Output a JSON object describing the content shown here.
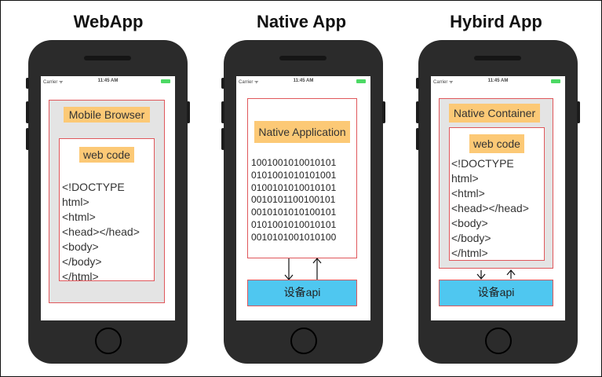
{
  "columns": [
    {
      "title": "WebApp",
      "status": {
        "carrier": "Carrier ᯤ",
        "time": "11:45 AM"
      },
      "outer_label": "Mobile Browser",
      "inner_label": "web code",
      "code": "<!DOCTYPE\nhtml>\n<html>\n<head></head>\n<body>\n</body>\n</html>"
    },
    {
      "title": "Native App",
      "status": {
        "carrier": "Carrier ᯤ",
        "time": "11:45 AM"
      },
      "outer_label": "Native Application",
      "binary": "1001001010010101\n0101001010101001\n0100101010010101\n0010101100100101\n0010101010100101\n0101001010010101\n0010101001010100",
      "api_label": "设备api"
    },
    {
      "title": "Hybird App",
      "status": {
        "carrier": "Carrier ᯤ",
        "time": "11:45 AM"
      },
      "outer_label": "Native Container",
      "inner_label": "web code",
      "code": "<!DOCTYPE\nhtml>\n<html>\n<head></head>\n<body>\n</body>\n</html>",
      "api_label": "设备api"
    }
  ],
  "colors": {
    "label_bg": "#fcc976",
    "box_border": "#e0575b",
    "api_bg": "#4fc7f0",
    "phone": "#2b2b2b"
  }
}
